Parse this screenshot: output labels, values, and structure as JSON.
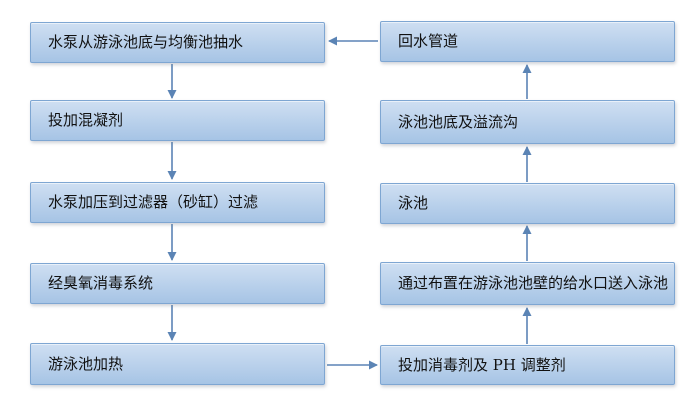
{
  "flow": {
    "left_column": [
      "水泵从游泳池底与均衡池抽水",
      "投加混凝剂",
      "水泵加压到过滤器（砂缸）过滤",
      "经臭氧消毒系统",
      "游泳池加热"
    ],
    "right_column": [
      "回水管道",
      "泳池池底及溢流沟",
      "泳池",
      "通过布置在游泳池池壁的给水口送入泳池",
      "投加消毒剂及 PH 调整剂"
    ]
  },
  "colors": {
    "background": "#ffffff",
    "box_fill_top": "#cfdff2",
    "box_fill_bottom": "#a6c4e5",
    "box_border": "#7ea6d2",
    "arrow": "#5b84b5",
    "text": "#111111"
  }
}
